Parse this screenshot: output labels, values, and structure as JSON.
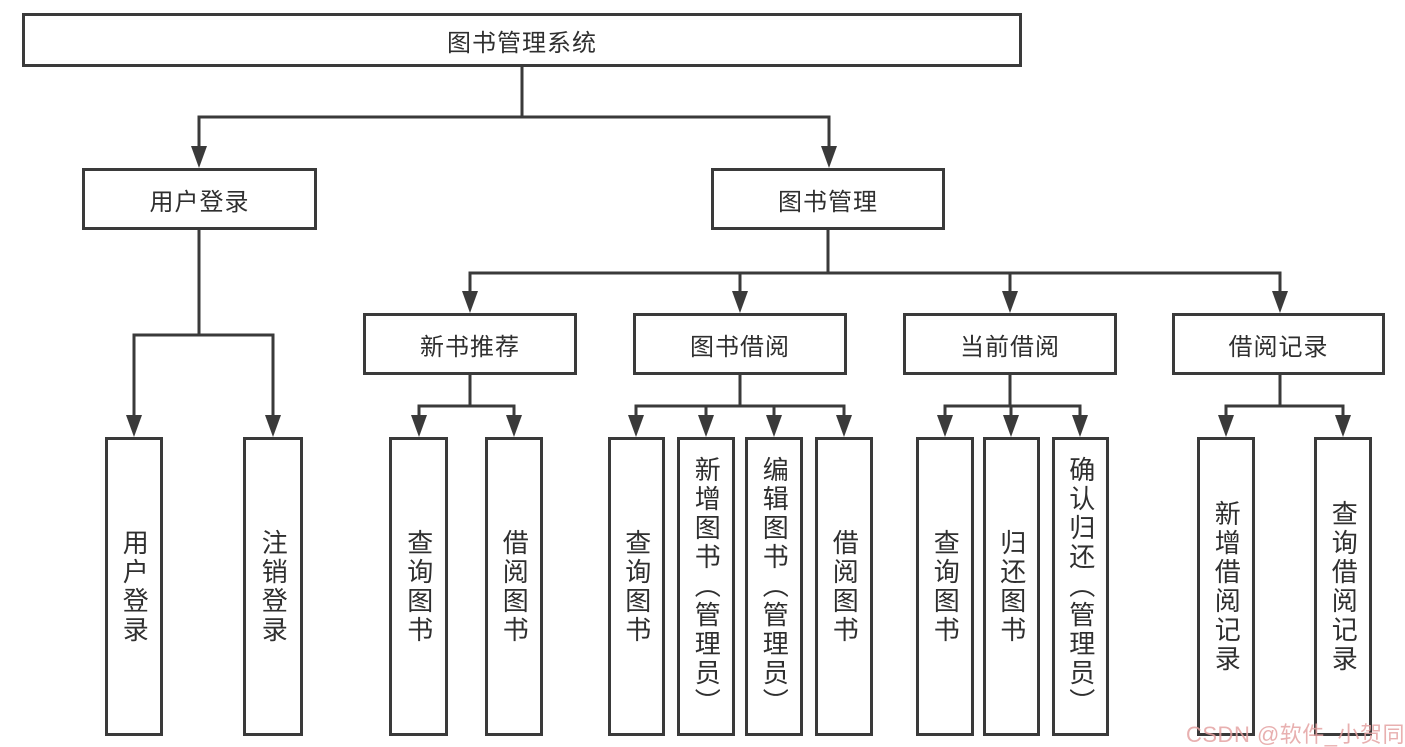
{
  "colors": {
    "line": "#3a3a3a",
    "box_border": "#3a3a3a",
    "text": "#2f2f2f",
    "background": "#ffffff",
    "watermark": "#e4a2a2"
  },
  "watermark": {
    "text": "CSDN @软件_小贺同学"
  },
  "tree": {
    "root": {
      "label": "图书管理系统"
    },
    "branches": [
      {
        "label": "用户登录",
        "children": [
          {
            "label": "用户登录"
          },
          {
            "label": "注销登录"
          }
        ]
      },
      {
        "label": "图书管理",
        "children": [
          {
            "label": "新书推荐",
            "children": [
              {
                "label": "查询图书"
              },
              {
                "label": "借阅图书"
              }
            ]
          },
          {
            "label": "图书借阅",
            "children": [
              {
                "label": "查询图书"
              },
              {
                "label": "新增图书（管理员）"
              },
              {
                "label": "编辑图书（管理员）"
              },
              {
                "label": "借阅图书"
              }
            ]
          },
          {
            "label": "当前借阅",
            "children": [
              {
                "label": "查询图书"
              },
              {
                "label": "归还图书"
              },
              {
                "label": "确认归还（管理员）"
              }
            ]
          },
          {
            "label": "借阅记录",
            "children": [
              {
                "label": "新增借阅记录"
              },
              {
                "label": "查询借阅记录"
              }
            ]
          }
        ]
      }
    ]
  }
}
